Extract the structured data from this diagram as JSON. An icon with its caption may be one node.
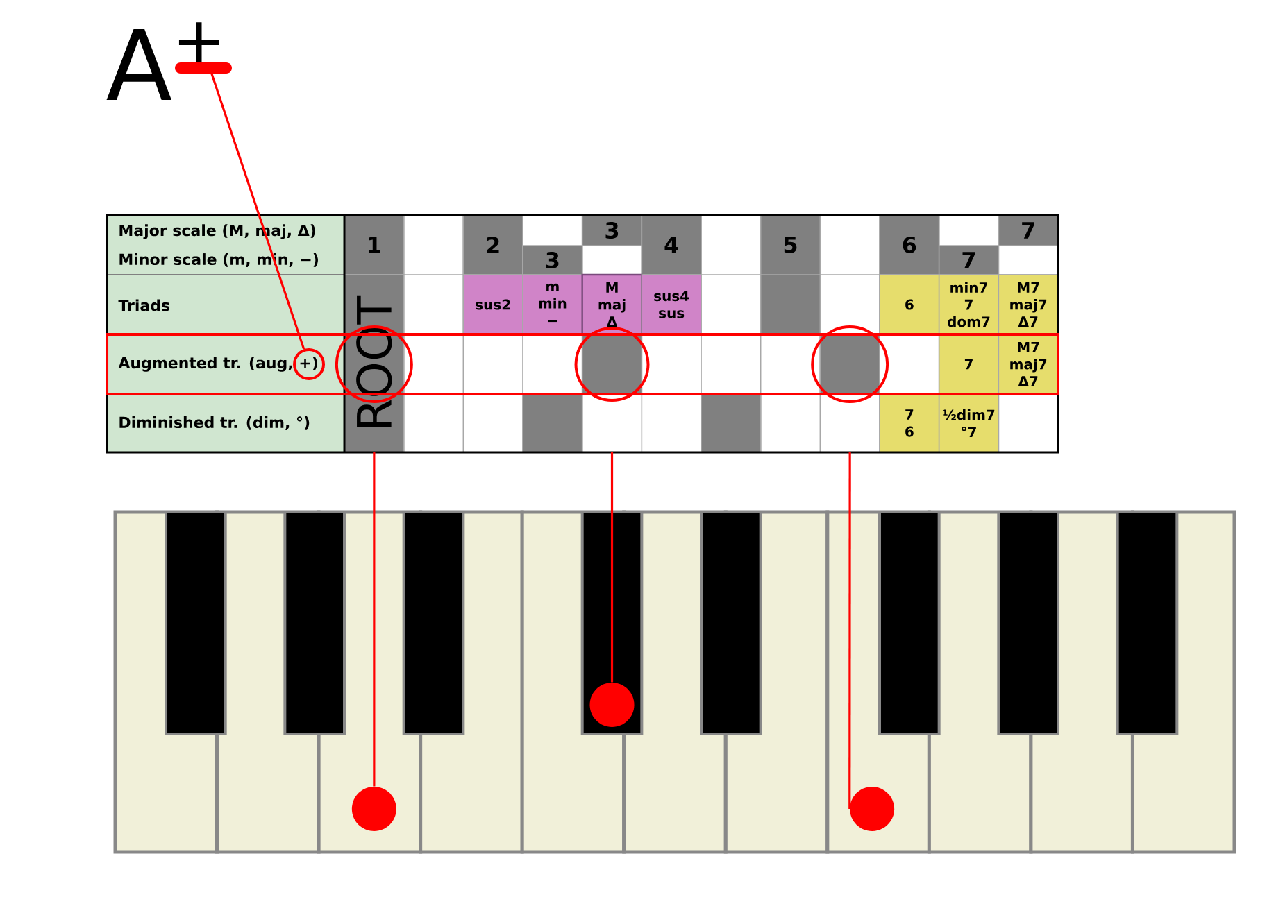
{
  "diagram": {
    "title": "A$^{+}$",
    "nodes": [
      {
        "text": [],
        "shape": "bar"
      },
      {
        "text": [],
        "shape": "circle"
      },
      {
        "text": [],
        "shape": "circle"
      },
      {
        "text": [],
        "shape": "circle"
      },
      {
        "text": [],
        "shape": "circle"
      },
      {
        "text": [],
        "shape": "circle"
      },
      {
        "text": [],
        "shape": "circle"
      },
      {
        "text": [],
        "shape": "circle"
      }
    ],
    "edges": [
      {
        "from": 0,
        "to": 1,
        "arrow": "none"
      },
      {
        "from": 2,
        "to": 5,
        "arrow": "none"
      },
      {
        "from": 3,
        "to": 6,
        "arrow": "none"
      },
      {
        "from": 4,
        "to": 7,
        "arrow": "none"
      }
    ],
    "labels": [
      "Major scale (M, maj, Δ)",
      "1",
      "2",
      "3",
      "4",
      "5",
      "6",
      "7",
      "Minor scale (m, min, −)",
      "3",
      "7",
      "Triads",
      "ROOT",
      "sus2",
      "m min −",
      "M maj Δ",
      "sus4 sus",
      "6",
      "min7 7 dom7",
      "M7 maj7 Δ7",
      "Augmented tr. (aug, +)",
      "7",
      "M7 maj7 Δ7",
      "Diminished tr. (dim, °)",
      "7 6",
      "½dim7 °7"
    ]
  }
}
